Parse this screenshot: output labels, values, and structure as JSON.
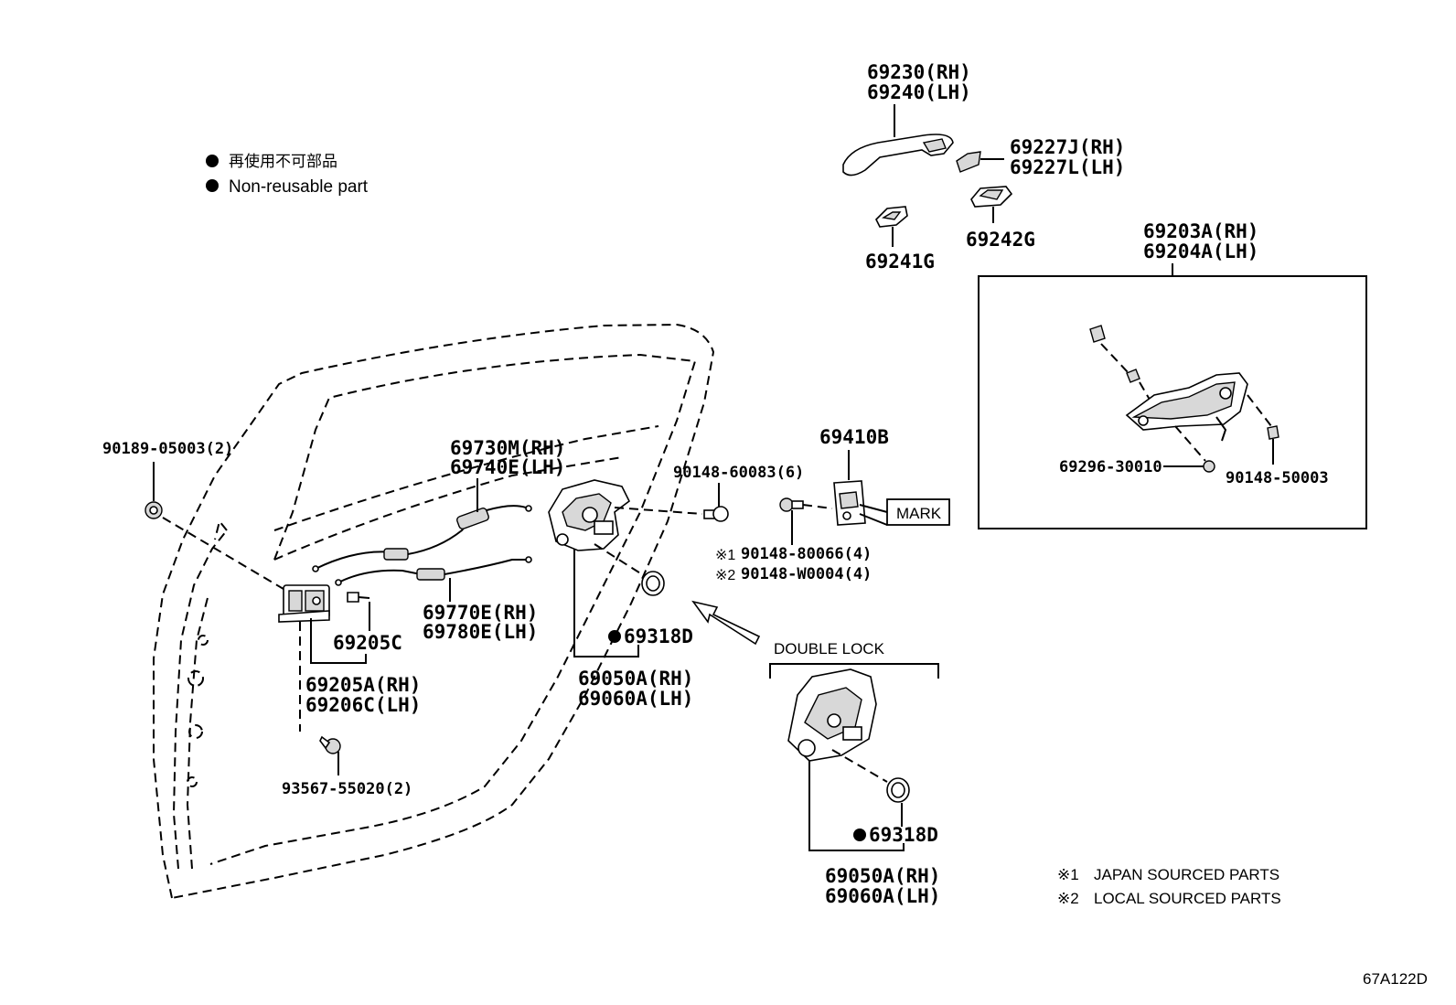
{
  "legend": {
    "line1": "再使用不可部品",
    "line2": "Non-reusable part"
  },
  "labels": {
    "p69230": "69230(RH)",
    "p69240": "69240(LH)",
    "p69227J": "69227J(RH)",
    "p69227L": "69227L(LH)",
    "p69241G": "69241G",
    "p69242G": "69242G",
    "p69203A": "69203A(RH)",
    "p69204A": "69204A(LH)",
    "p69296": "69296-30010",
    "p90148_50003": "90148-50003",
    "p69410B": "69410B",
    "p90148_60083": "90148-60083(6)",
    "p90148_80066": "90148-80066(4)",
    "p90148_W0004": "90148-W0004(4)",
    "mark1": "※1",
    "mark2": "※2",
    "mark_box": "MARK",
    "p90189": "90189-05003(2)",
    "p69730M": "69730M(RH)",
    "p69740E": "69740E(LH)",
    "p69770E": "69770E(RH)",
    "p69780E": "69780E(LH)",
    "p69205C": "69205C",
    "p69205A": "69205A(RH)",
    "p69206C": "69206C(LH)",
    "p93567": "93567-55020(2)",
    "p69318D_a": "69318D",
    "p69050A_a": "69050A(RH)",
    "p69060A_a": "69060A(LH)",
    "double_lock": "DOUBLE LOCK",
    "p69318D_b": "69318D",
    "p69050A_b": "69050A(RH)",
    "p69060A_b": "69060A(LH)"
  },
  "notes": {
    "n1_mark": "※1",
    "n1_text": "JAPAN SOURCED PARTS",
    "n2_mark": "※2",
    "n2_text": "LOCAL SOURCED PARTS"
  },
  "diagram_code": "67A122D"
}
